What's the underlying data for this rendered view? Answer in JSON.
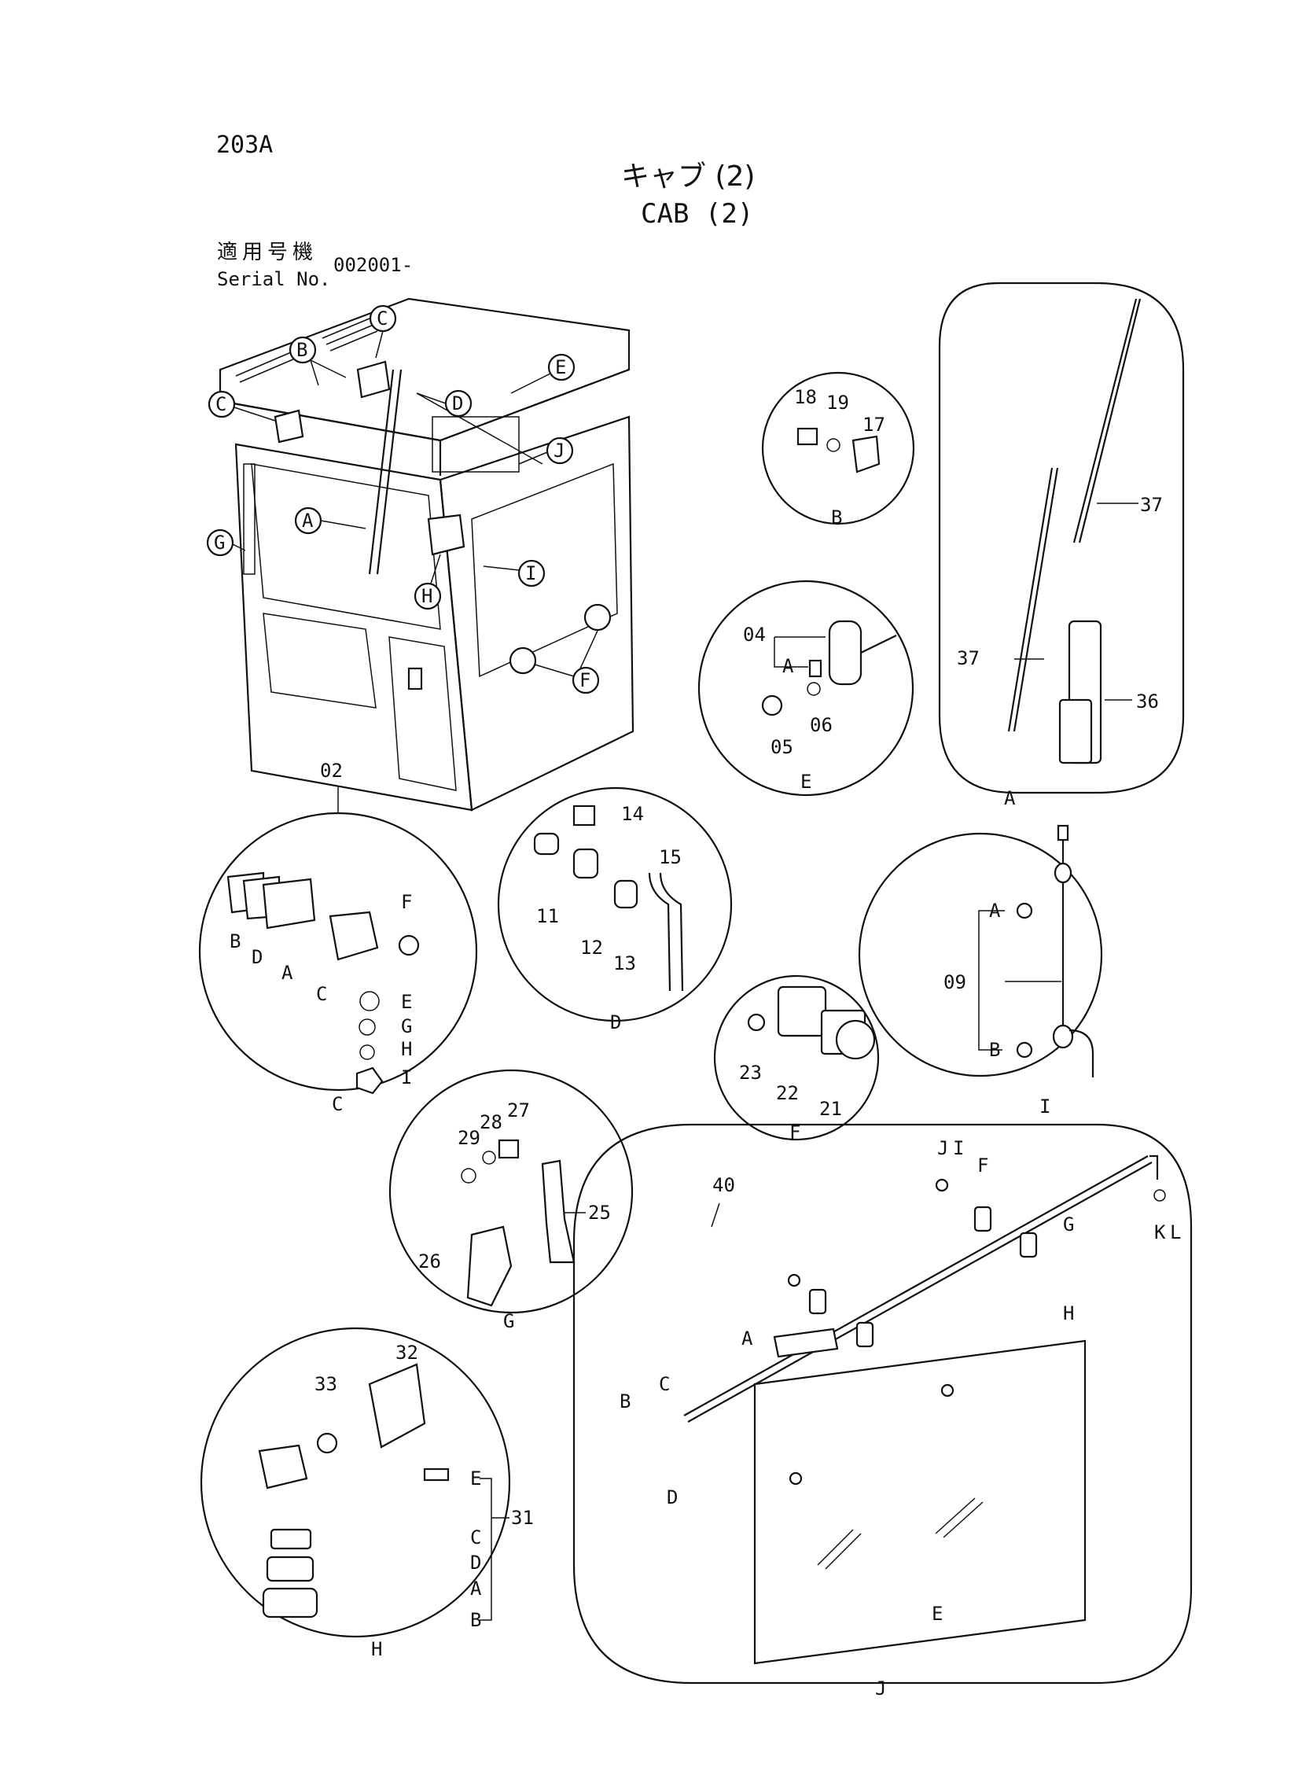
{
  "header": {
    "page_code": "203A",
    "title_jp": "キャブ (2)",
    "title_en": "CAB (2)",
    "serial_label_jp": "適用号機",
    "serial_label_en": "Serial No.",
    "serial_value": "002001-"
  },
  "callouts": {
    "main_view": [
      "A",
      "B",
      "C",
      "C",
      "D",
      "E",
      "F",
      "G",
      "H",
      "I",
      "J"
    ],
    "detail_A": {
      "circle": "A",
      "parts": [
        "37",
        "37",
        "36"
      ]
    },
    "detail_B": {
      "circle": "B",
      "parts": [
        "18",
        "19",
        "17"
      ]
    },
    "detail_C": {
      "circle": "C",
      "assembly": "02",
      "parts": [
        "B",
        "D",
        "A",
        "C",
        "F",
        "E",
        "G",
        "H",
        "I"
      ]
    },
    "detail_D": {
      "circle": "D",
      "parts": [
        "14",
        "11",
        "12",
        "13",
        "15"
      ]
    },
    "detail_E": {
      "circle": "E",
      "parts": [
        "04",
        "A",
        "05",
        "06"
      ]
    },
    "detail_F": {
      "circle": "F",
      "parts": [
        "23",
        "22",
        "21"
      ]
    },
    "detail_G": {
      "circle": "G",
      "parts": [
        "29",
        "28",
        "27",
        "25",
        "26"
      ]
    },
    "detail_H": {
      "circle": "H",
      "parts": [
        "33",
        "32",
        "31",
        "E",
        "C",
        "D",
        "A",
        "B"
      ]
    },
    "detail_I": {
      "circle": "I",
      "assembly": "09",
      "parts": [
        "A",
        "B"
      ]
    },
    "detail_J": {
      "circle": "J",
      "assembly": "40",
      "parts": [
        "J",
        "I",
        "F",
        "G",
        "H",
        "K",
        "L",
        "A",
        "B",
        "C",
        "D",
        "E"
      ]
    }
  }
}
